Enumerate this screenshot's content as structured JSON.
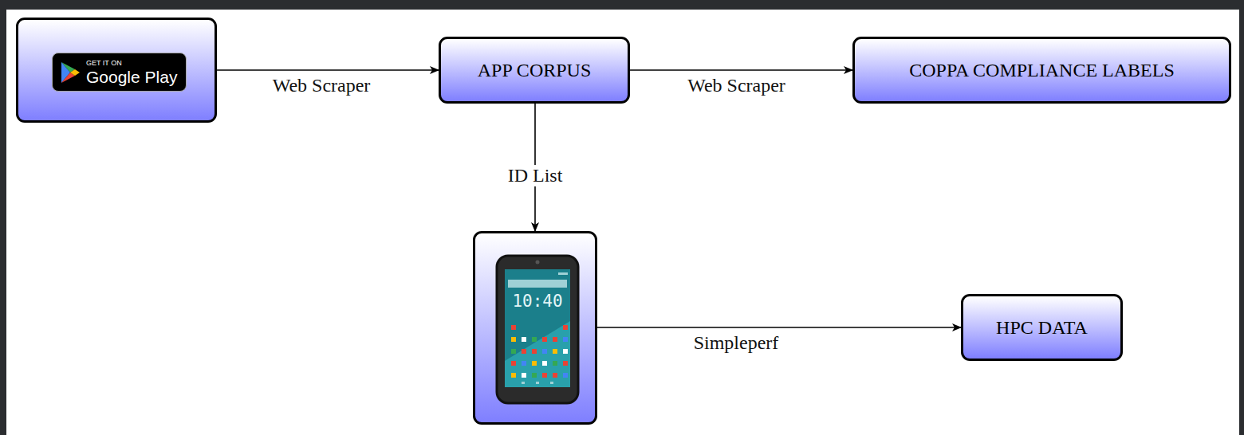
{
  "diagram": {
    "nodes": [
      {
        "text": [
          "GET IT ON",
          "Google Play"
        ]
      },
      {
        "text": [
          "APP CORPUS"
        ]
      },
      {
        "text": [
          "COPPA COMPLIANCE LABELS"
        ]
      },
      {
        "text": [
          "10:40"
        ]
      },
      {
        "text": [
          "HPC DATA"
        ]
      }
    ],
    "edges": [
      {
        "from": 0,
        "to": 1,
        "arrow": "to",
        "label": "Web Scraper"
      },
      {
        "from": 1,
        "to": 2,
        "arrow": "to",
        "label": "Web Scraper"
      },
      {
        "from": 1,
        "to": 3,
        "arrow": "to",
        "label": "ID List"
      },
      {
        "from": 3,
        "to": 4,
        "arrow": "to",
        "label": "Simpleperf"
      }
    ]
  }
}
